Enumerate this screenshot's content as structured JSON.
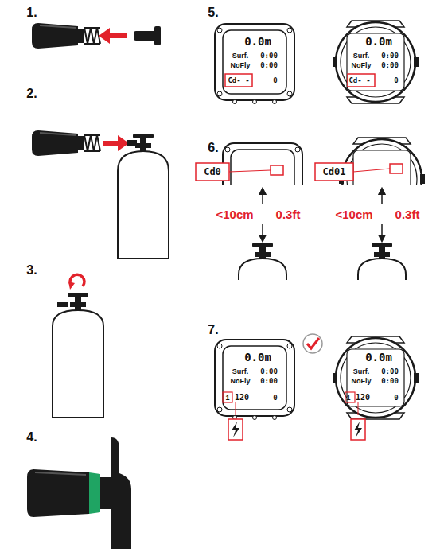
{
  "diagram": {
    "labels": [
      "1.",
      "2.",
      "3.",
      "4.",
      "5.",
      "0.0m",
      "Surf.",
      "0:00",
      "NoFly",
      "0:00",
      "Cd- -",
      "0",
      "0.0m",
      "Surf.",
      "0:00",
      "NoFly",
      "0:00",
      "Cd- -",
      "0",
      "6.",
      "Cd0",
      "Cd01",
      "<10cm",
      "0.3ft",
      "<10cm",
      "0.3ft",
      "7.",
      "0.0m",
      "Surf.",
      "0:00",
      "NoFly",
      "0:00",
      "1",
      "120",
      "0",
      "0.0m",
      "Surf.",
      "0:00",
      "NoFly",
      "0:00",
      "1",
      "120",
      "0"
    ]
  }
}
